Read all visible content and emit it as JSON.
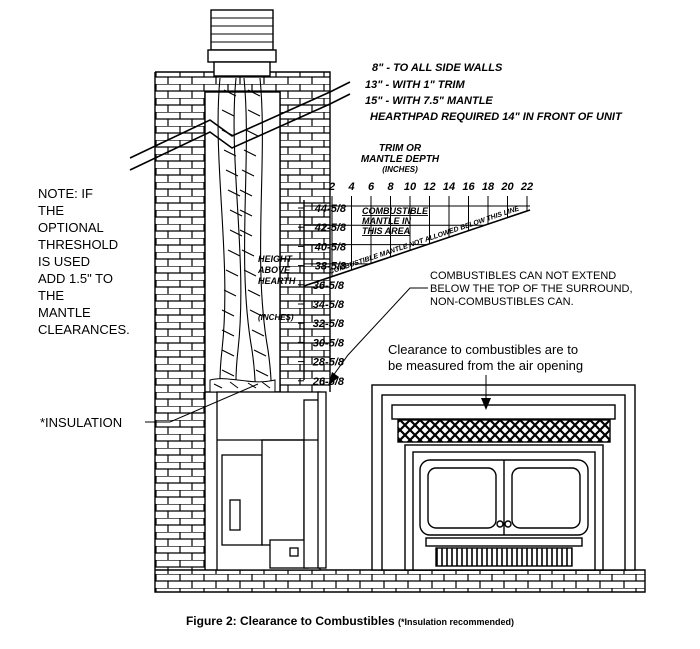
{
  "clearances": {
    "side_walls": "8\" - TO ALL SIDE WALLS",
    "with_trim": "13\" - WITH 1\" TRIM",
    "with_mantle": "15\" - WITH 7.5\" MANTLE",
    "hearthpad": "HEARTHPAD REQUIRED 14\" IN FRONT OF UNIT"
  },
  "note": {
    "lines": [
      "NOTE: IF",
      "THE",
      "OPTIONAL",
      "THRESHOLD",
      "IS USED",
      "ADD 1.5\" TO",
      "THE",
      "MANTLE",
      "CLEARANCES."
    ]
  },
  "trim_header": {
    "line1": "TRIM OR",
    "line2": "MANTLE DEPTH",
    "units": "(INCHES)"
  },
  "depth_ticks": [
    "2",
    "4",
    "6",
    "8",
    "10",
    "12",
    "14",
    "16",
    "18",
    "20",
    "22"
  ],
  "height_labels": [
    "44-5/8",
    "42-5/8",
    "40-5/8",
    "38-5/8",
    "36-5/8",
    "34-5/8",
    "32-5/8",
    "30-5/8",
    "28-5/8",
    "26-5/8"
  ],
  "height_axis": {
    "line1": "HEIGHT",
    "line2": "ABOVE",
    "line3": "HEARTH",
    "units": "(INCHES)"
  },
  "zone_labels": {
    "combustible_1": "COMBUSTIBLE",
    "combustible_2": "MANTLE IN",
    "combustible_3": "THIS AREA",
    "not_allowed": "COMBUSTIBLE MANTLE NOT ALLOWED BELOW THIS LINE"
  },
  "callouts": {
    "combustibles_1": "COMBUSTIBLES CAN NOT EXTEND",
    "combustibles_2": "BELOW THE TOP OF THE SURROUND,",
    "combustibles_3": "NON-COMBUSTIBLES CAN.",
    "clearance_1": "Clearance to combustibles are to",
    "clearance_2": "be measured from the air opening",
    "insulation": "*INSULATION"
  },
  "caption": {
    "main": "Figure 2: Clearance to Combustibles",
    "sub": "(*Insulation recommended)"
  }
}
